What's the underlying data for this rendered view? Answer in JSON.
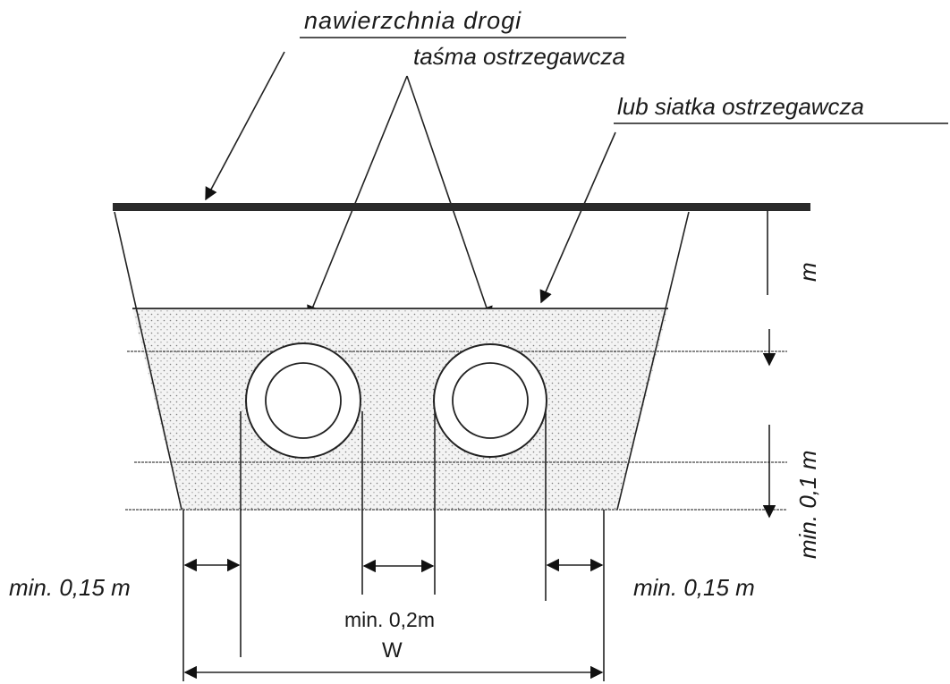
{
  "labels": {
    "road_surface": "nawierzchnia drogi",
    "warning_tape": "taśma ostrzegawcza",
    "warning_net": "lub siatka ostrzegawcza",
    "depth_m": "m",
    "min_01": "min. 0,1 m",
    "min_015_left": "min. 0,15 m",
    "min_015_right": "min. 0,15 m",
    "min_02": "min. 0,2m",
    "width_w": "W"
  },
  "colors": {
    "ink": "#1a1a1a",
    "road": "#2a2a2a",
    "sand_dot": "#8a8a8a"
  }
}
